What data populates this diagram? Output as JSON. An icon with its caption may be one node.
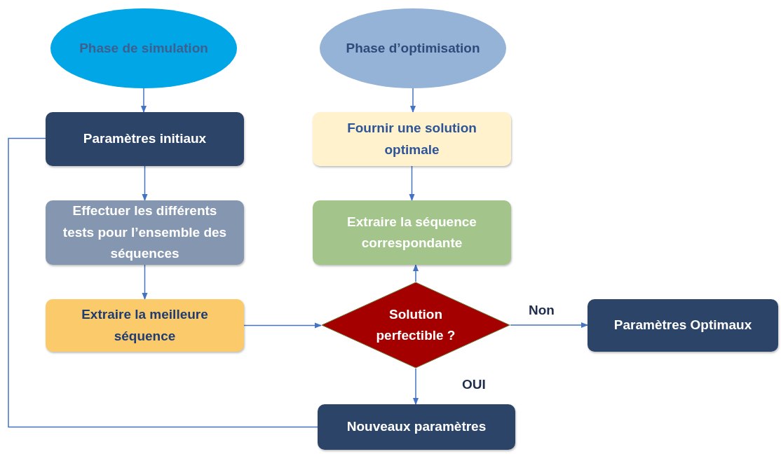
{
  "diagram": {
    "nodes": [
      {
        "text": [
          "Phase de simulation"
        ]
      },
      {
        "text": [
          "Phase d’optimisation"
        ]
      },
      {
        "text": [
          "Paramètres initiaux"
        ]
      },
      {
        "text": [
          "Fournir une solution optimale"
        ]
      },
      {
        "text": [
          "Effectuer les différents tests pour l’ensemble des séquences"
        ]
      },
      {
        "text": [
          "Extraire la séquence correspondante"
        ]
      },
      {
        "text": [
          "Extraire la meilleure séquence"
        ]
      },
      {
        "text": [
          "Solution perfectible ?"
        ]
      },
      {
        "text": [
          "Paramètres Optimaux"
        ]
      },
      {
        "text": [
          "Nouveaux paramètres"
        ]
      }
    ],
    "edges": [
      {
        "from": 0,
        "to": 2,
        "arrow": "to"
      },
      {
        "from": 1,
        "to": 3,
        "arrow": "to"
      },
      {
        "from": 2,
        "to": 4,
        "arrow": "to"
      },
      {
        "from": 3,
        "to": 5,
        "arrow": "to"
      },
      {
        "from": 4,
        "to": 6,
        "arrow": "to"
      },
      {
        "from": 6,
        "to": 7,
        "arrow": "to"
      },
      {
        "from": 7,
        "to": 5,
        "arrow": "to"
      },
      {
        "from": 7,
        "to": 8,
        "arrow": "to",
        "label": "Non"
      },
      {
        "from": 7,
        "to": 9,
        "arrow": "to",
        "label": "OUI"
      },
      {
        "from": 9,
        "to": 2,
        "arrow": "none"
      }
    ]
  }
}
